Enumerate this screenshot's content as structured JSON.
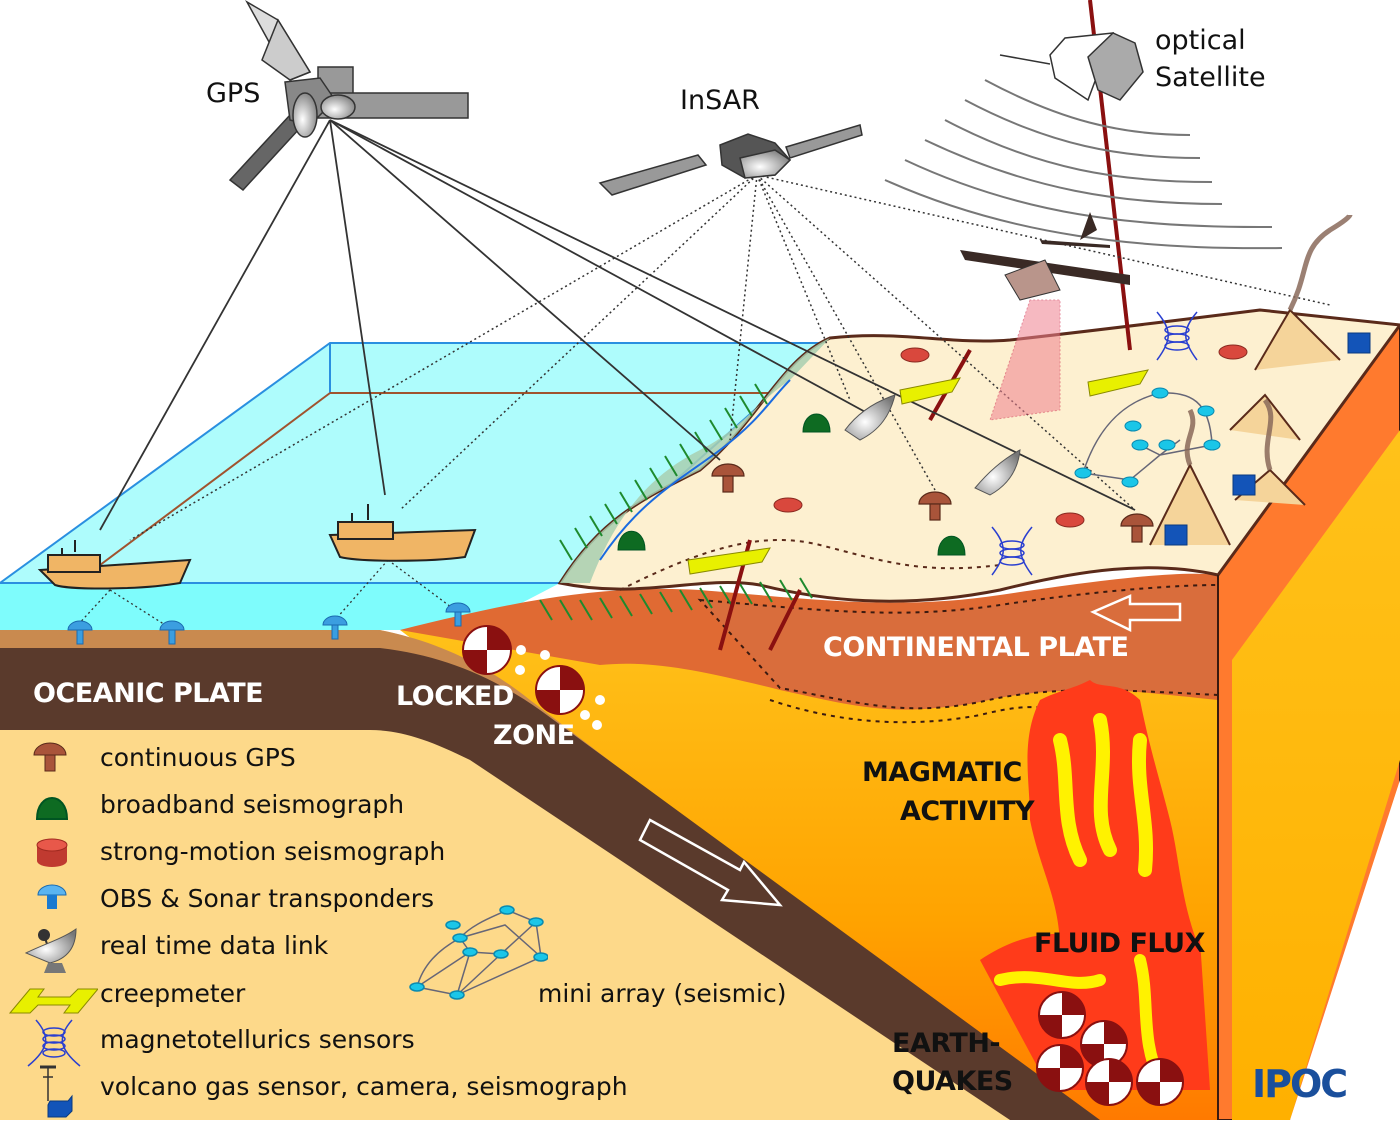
{
  "title": "Subduction zone monitoring network",
  "satellites": {
    "gps": "GPS",
    "insar": "InSAR",
    "optical_line1": "optical",
    "optical_line2": "Satellite"
  },
  "section_labels": {
    "oceanic_plate": "OCEANIC PLATE",
    "locked_zone_line1": "LOCKED",
    "locked_zone_line2": "ZONE",
    "continental_plate": "CONTINENTAL PLATE",
    "magmatic_line1": "MAGMATIC",
    "magmatic_line2": "ACTIVITY",
    "fluid_flux": "FLUID FLUX",
    "earthquakes_line1": "EARTH-",
    "earthquakes_line2": "QUAKES"
  },
  "legend": {
    "items": [
      {
        "icon": "continuous-gps-icon",
        "label": "continuous GPS"
      },
      {
        "icon": "broadband-seismograph-icon",
        "label": "broadband seismograph"
      },
      {
        "icon": "strong-motion-seismograph-icon",
        "label": "strong-motion seismograph"
      },
      {
        "icon": "obs-sonar-transponder-icon",
        "label": "OBS & Sonar transponders"
      },
      {
        "icon": "satellite-dish-icon",
        "label": "real time data link"
      },
      {
        "icon": "creepmeter-icon",
        "label": "creepmeter"
      },
      {
        "icon": "magnetotellurics-sensor-icon",
        "label": "magnetotellurics sensors"
      },
      {
        "icon": "volcano-gas-sensor-icon",
        "label": "volcano gas sensor, camera, seismograph"
      }
    ],
    "mini_array": "mini array (seismic)"
  },
  "logo": "IPOC",
  "colors": {
    "ocean": "#aefcfc",
    "oceanic_plate": "#5a3a2c",
    "sediment": "#c98a4f",
    "mantle": "#fdd98a",
    "continental_crust": "#e06a33",
    "magma": "#ffbf00",
    "land_surface": "#fdf0d0",
    "cgps": "#a9543a",
    "broadband": "#0e6b22",
    "strong_motion": "#d9483d",
    "obs": "#3b9ee0",
    "creepmeter": "#e8f000",
    "mt_sensor": "#2a3fd0",
    "gas_sensor": "#1354b8",
    "logo": "#1a4f9c"
  }
}
